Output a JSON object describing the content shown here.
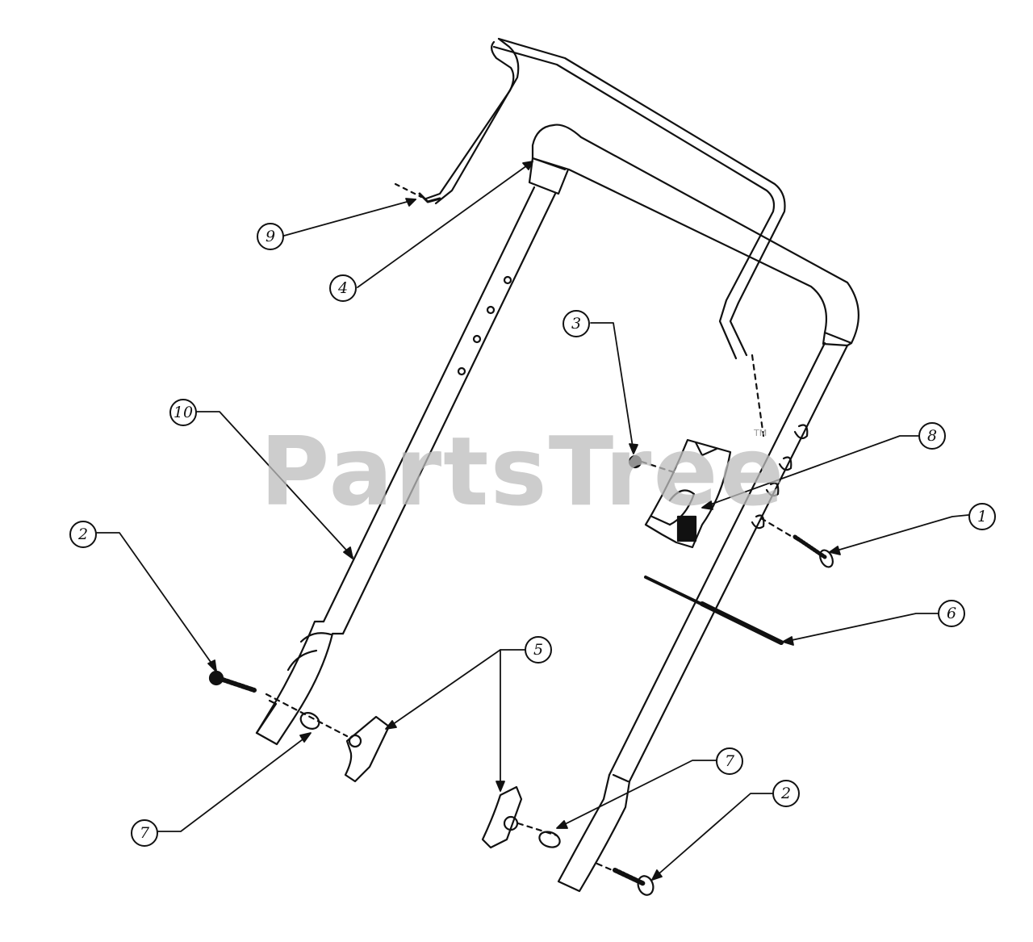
{
  "watermark": {
    "brand": "PartsTree",
    "trademark": "TM"
  },
  "callouts": [
    {
      "id": "c9",
      "label": "9"
    },
    {
      "id": "c4",
      "label": "4"
    },
    {
      "id": "c3",
      "label": "3"
    },
    {
      "id": "c10",
      "label": "10"
    },
    {
      "id": "c8",
      "label": "8"
    },
    {
      "id": "c1",
      "label": "1"
    },
    {
      "id": "c2a",
      "label": "2"
    },
    {
      "id": "c6",
      "label": "6"
    },
    {
      "id": "c5",
      "label": "5"
    },
    {
      "id": "c7a",
      "label": "7"
    },
    {
      "id": "c7b",
      "label": "7"
    },
    {
      "id": "c2b",
      "label": "2"
    }
  ]
}
